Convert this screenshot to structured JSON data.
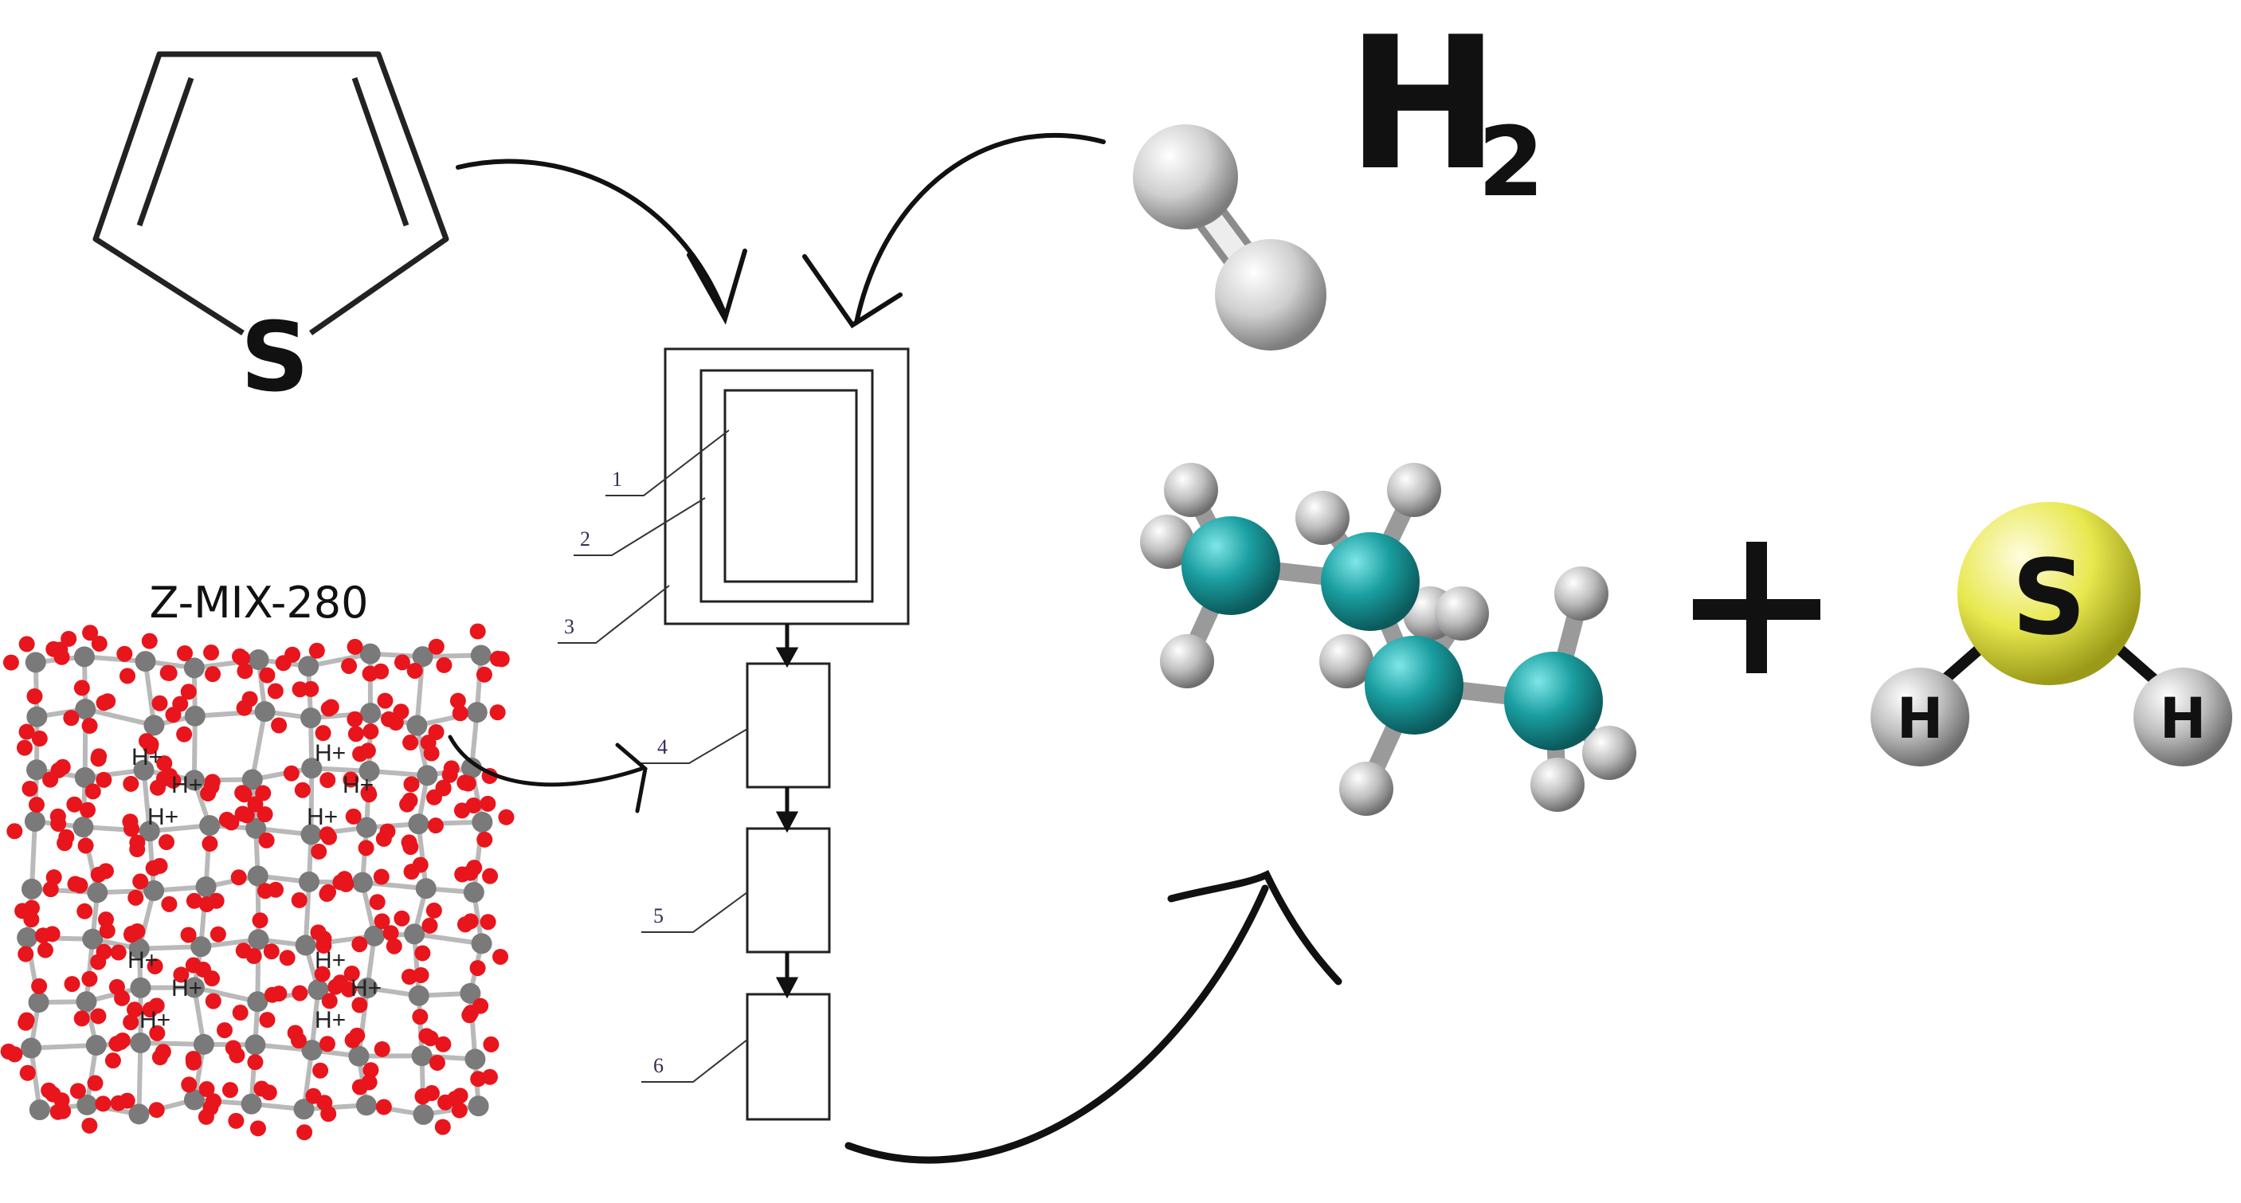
{
  "reactants": {
    "thiophene": {
      "heteroatom": "S"
    },
    "hydrogen": {
      "formula_main": "H",
      "formula_sub": "2"
    }
  },
  "catalyst": {
    "name": "Z-MIX-280",
    "proton_label": "H+",
    "colors": {
      "oxygen": "#e8151c",
      "silicon": "#7a7a7a",
      "bond": "#b9b9b9"
    }
  },
  "apparatus": {
    "labels": [
      "1",
      "2",
      "3",
      "4",
      "5",
      "6"
    ]
  },
  "products": {
    "plus": "+",
    "h2s": {
      "center": "S",
      "left": "H",
      "right": "H"
    },
    "colors": {
      "carbon": "#138a8c",
      "hydrogen": "#bdbdbd",
      "sulfur": "#e3e34a"
    }
  }
}
